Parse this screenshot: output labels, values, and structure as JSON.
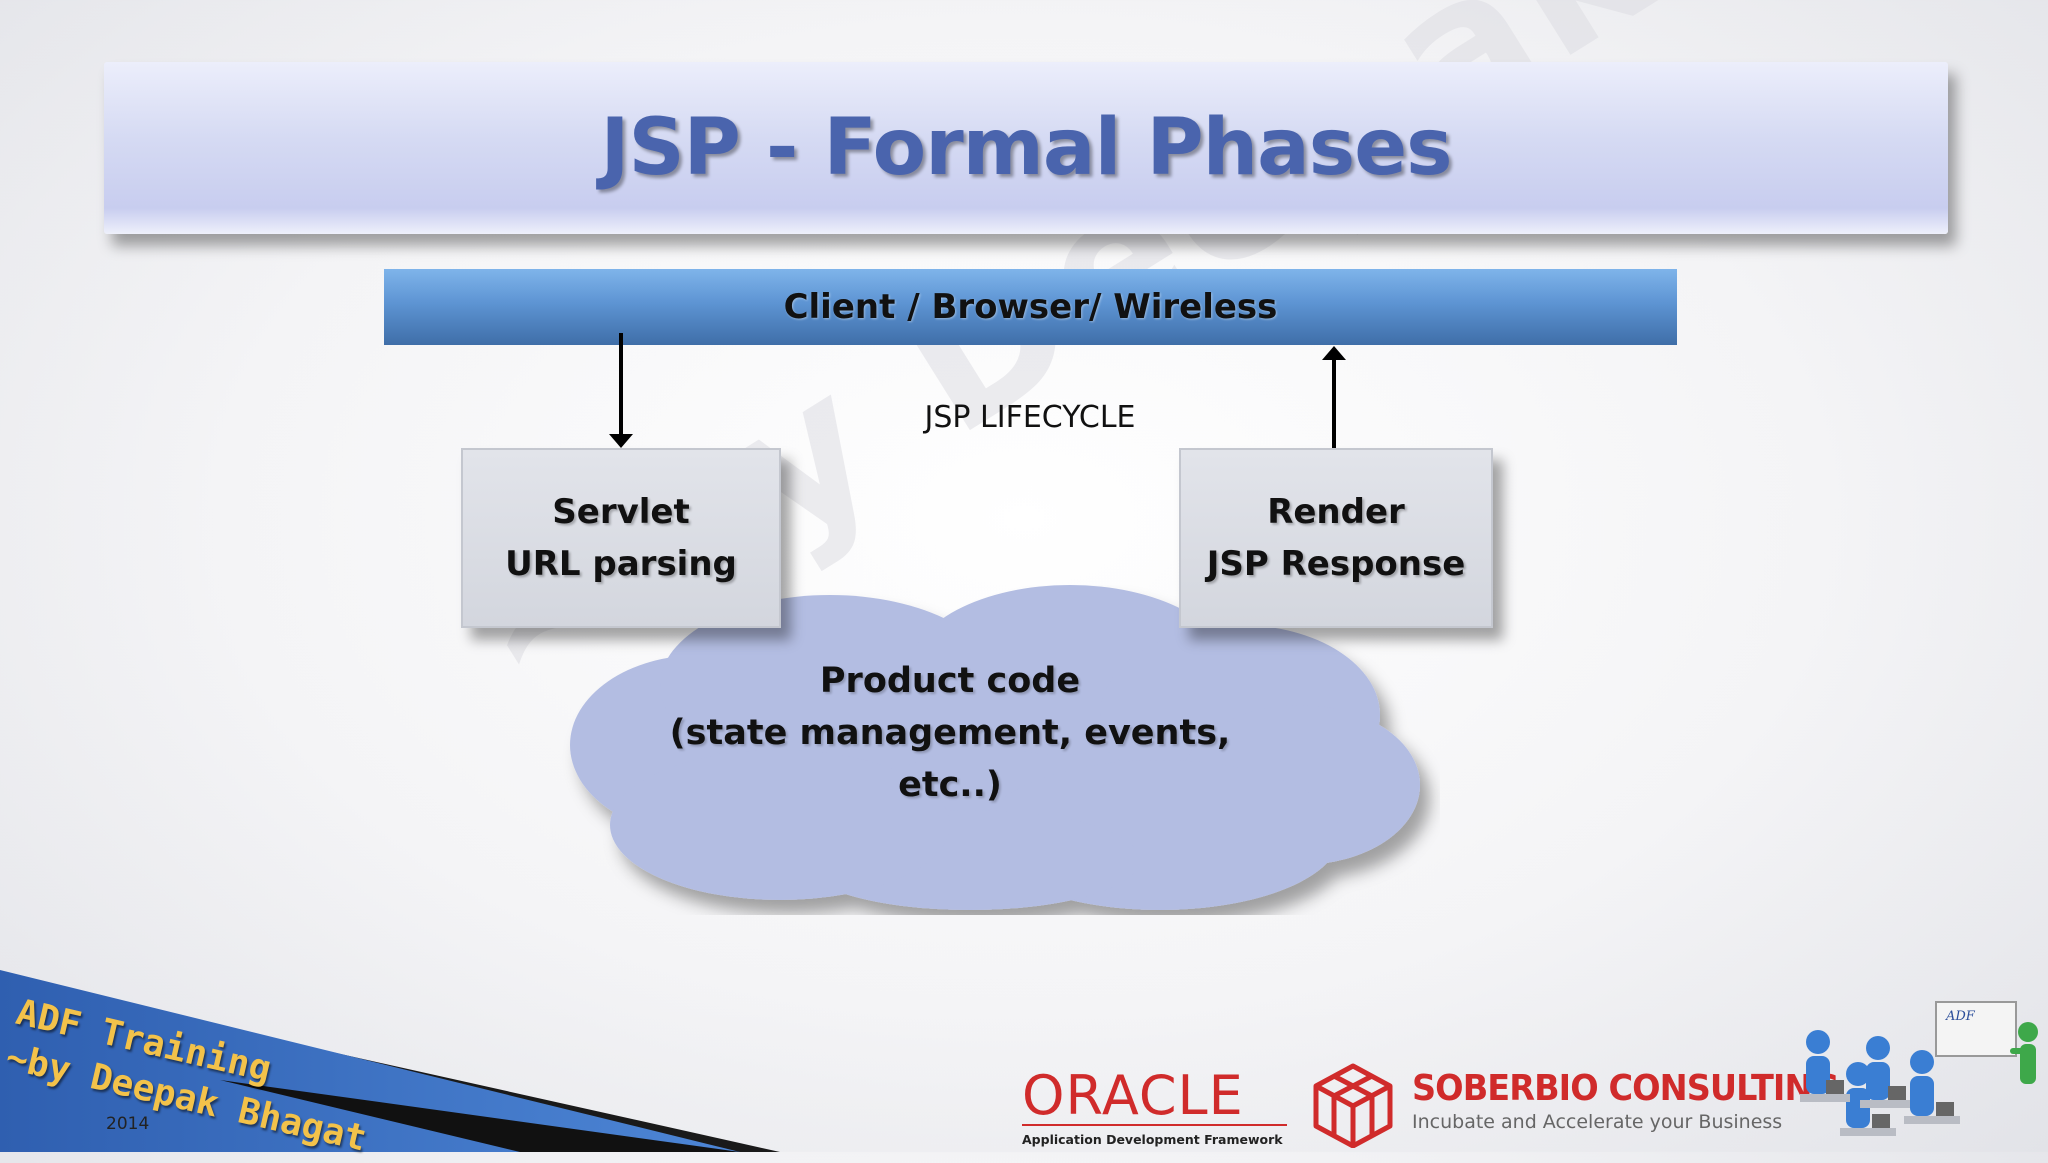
{
  "slide": {
    "title": "JSP - Formal Phases",
    "watermark": "~by Deepak Bhagat"
  },
  "diagram": {
    "client_bar": "Client / Browser/ Wireless",
    "lifecycle_label": "JSP LIFECYCLE",
    "left_box": {
      "line1": "Servlet",
      "line2": "URL parsing"
    },
    "right_box": {
      "line1": "Render",
      "line2": "JSP Response"
    },
    "cloud": {
      "line1": "Product code",
      "line2": "(state management, events,",
      "line3": "etc..)"
    }
  },
  "footer": {
    "banner_line1": "ADF Training",
    "banner_line2": "~by Deepak Bhagat",
    "banner_year": "2014",
    "oracle_name": "ORACLE",
    "oracle_sub": "Application Development Framework",
    "soberbio_name": "SOBERBIO CONSULTING",
    "soberbio_tagline": "Incubate and Accelerate your Business",
    "people_board_label": "ADF"
  },
  "colors": {
    "title_text": "#4a64ad",
    "client_bar": "#5d94d3",
    "cloud_fill": "#b3bde2",
    "brand_red": "#d02b2b",
    "banner_yellow": "#f3c24a"
  }
}
